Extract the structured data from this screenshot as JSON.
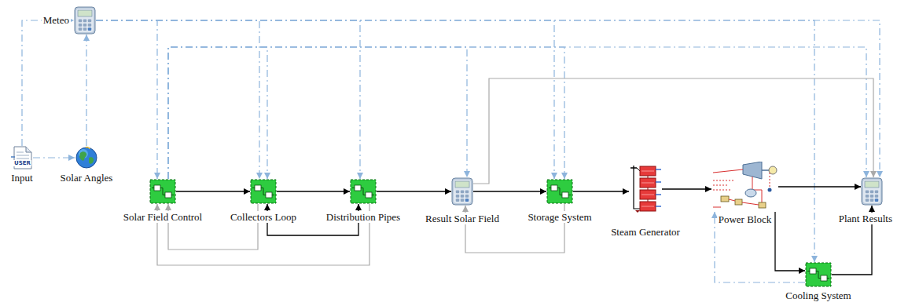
{
  "diagram": {
    "nodes": [
      {
        "text": [
          "Meteo"
        ]
      },
      {
        "text": [
          "Input"
        ]
      },
      {
        "text": [
          "Solar Angles"
        ]
      },
      {
        "text": [
          "Solar Field Control"
        ]
      },
      {
        "text": [
          "Collectors Loop"
        ]
      },
      {
        "text": [
          "Distribution Pipes"
        ]
      },
      {
        "text": [
          "Result Solar Field"
        ]
      },
      {
        "text": [
          "Storage System"
        ]
      },
      {
        "text": [
          "Steam Generator"
        ]
      },
      {
        "text": [
          "Power Block"
        ]
      },
      {
        "text": [
          "Plant Results"
        ]
      },
      {
        "text": [
          "Cooling System"
        ]
      }
    ],
    "edges": [
      {
        "from": 1,
        "to": 2,
        "arrow": "to"
      },
      {
        "from": 1,
        "to": 0,
        "arrow": "to"
      },
      {
        "from": 2,
        "to": 0,
        "arrow": "to"
      },
      {
        "from": 0,
        "to": 3,
        "arrow": "to"
      },
      {
        "from": 0,
        "to": 4,
        "arrow": "to"
      },
      {
        "from": 0,
        "to": 5,
        "arrow": "to"
      },
      {
        "from": 0,
        "to": 7,
        "arrow": "to"
      },
      {
        "from": 0,
        "to": 11,
        "arrow": "to"
      },
      {
        "from": 0,
        "to": 10,
        "arrow": "to"
      },
      {
        "from": 3,
        "to": 4,
        "arrow": "to"
      },
      {
        "from": 3,
        "to": 6,
        "arrow": "to"
      },
      {
        "from": 3,
        "to": 7,
        "arrow": "to"
      },
      {
        "from": 3,
        "to": 10,
        "arrow": "to"
      },
      {
        "from": 6,
        "to": 10,
        "arrow": "to"
      },
      {
        "from": 3,
        "to": 4,
        "arrow": "to"
      },
      {
        "from": 4,
        "to": 5,
        "arrow": "to"
      },
      {
        "from": 5,
        "to": 6,
        "arrow": "to"
      },
      {
        "from": 6,
        "to": 7,
        "arrow": "to"
      },
      {
        "from": 7,
        "to": 8,
        "arrow": "to"
      },
      {
        "from": 8,
        "to": 9,
        "arrow": "to"
      },
      {
        "from": 9,
        "to": 10,
        "arrow": "to"
      },
      {
        "from": 4,
        "to": 5,
        "arrow": "both"
      },
      {
        "from": 4,
        "to": 3,
        "arrow": "to"
      },
      {
        "from": 5,
        "to": 3,
        "arrow": "to"
      },
      {
        "from": 7,
        "to": 6,
        "arrow": "to"
      },
      {
        "from": 9,
        "to": 11,
        "arrow": "to"
      },
      {
        "from": 11,
        "to": 10,
        "arrow": "to"
      },
      {
        "from": 11,
        "to": 9,
        "arrow": "to"
      }
    ],
    "labels": [
      "USER"
    ]
  }
}
